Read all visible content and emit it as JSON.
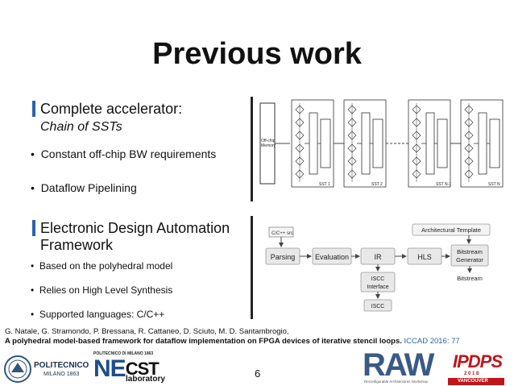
{
  "slide": {
    "title": "Previous work",
    "page_number": "6"
  },
  "section1": {
    "heading": "Complete accelerator:",
    "subheading": "Chain of SSTs",
    "bullets": [
      "Constant off-chip BW requirements",
      "Dataflow Pipelining"
    ]
  },
  "section2": {
    "heading_line1": "Electronic Design Automation",
    "heading_line2": "Framework",
    "bullets": [
      "Based on the polyhedral model",
      "Relies on High Level Synthesis",
      "Supported languages: C/C++"
    ]
  },
  "diagram1": {
    "memory_label_1": "Off-chip",
    "memory_label_2": "Memory",
    "sst_labels": [
      "SST 1",
      "SST 2",
      "SST N-1",
      "SST N"
    ]
  },
  "diagram2": {
    "input_label": "C/C++ src",
    "nodes": [
      "Parsing",
      "Evaluation",
      "IR",
      "HLS"
    ],
    "template_label": "Architectural Template",
    "bitstream_gen_1": "Bitstream",
    "bitstream_gen_2": "Generator",
    "bitstream_out": "Bitstream",
    "iscc_interface_1": "ISCC",
    "iscc_interface_2": "Interface",
    "iscc": "ISCC"
  },
  "citation": {
    "authors": "G. Natale, G. Stramondo, P. Bressana, R. Cattaneo, D. Sciuto, M. D. Santambrogio,",
    "paper_title": "A polyhedral model-based framework for dataflow implementation on FPGA devices of iterative stencil loops.",
    "venue": " ICCAD 2016: 77"
  },
  "logos": {
    "polimi_name": "POLITECNICO",
    "polimi_city": "MILANO 1863",
    "necst_top": "POLITECNICO DI MILANO 1863",
    "necst_ne": "NE",
    "necst_cst": "CST",
    "necst_lab": "laboratory",
    "raw": "RAW",
    "raw_sub": "Reconfigurable Architectures Workshop",
    "ipdps": "IPDPS",
    "ipdps_year": "2 0 1 8",
    "ipdps_city": "VANCOUVER"
  },
  "colors": {
    "accent_blue": "#2c64a8",
    "venue_blue": "#2c64a8",
    "ipdps_red": "#c0161b",
    "raw_blue": "#3a5a86"
  }
}
